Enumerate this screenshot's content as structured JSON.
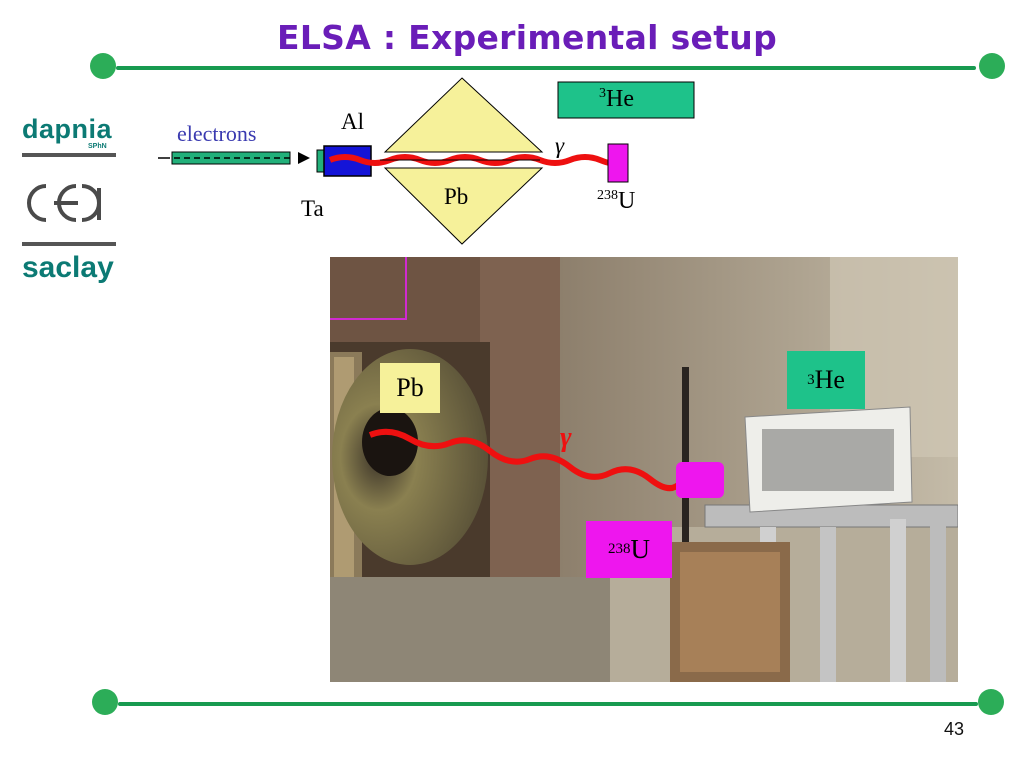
{
  "slide": {
    "title": "ELSA : Experimental setup",
    "page_number": "43"
  },
  "logos": {
    "dapnia": "dapnia",
    "sphn": "SPhN",
    "cea": "cea",
    "saclay": "saclay"
  },
  "diagram": {
    "electrons": "electrons",
    "al": "Al",
    "ta": "Ta",
    "pb": "Pb",
    "gamma": "γ",
    "he3_sup": "3",
    "he3": "He",
    "u238_sup": "238",
    "u238": "U"
  },
  "photo": {
    "pb": "Pb",
    "gamma": "γ",
    "he3_sup": "3",
    "he3": "He",
    "u238_sup": "238",
    "u238": "U"
  },
  "colors": {
    "title": "#6a1db8",
    "green": "#2cad58",
    "he3_box": "#1ec28a",
    "pb_yellow": "#f6f19a",
    "al_blue": "#1414d8",
    "beam_red": "#ee1010",
    "u_magenta": "#ee16ee",
    "electron_label": "#3a3ab0",
    "logo_dapnia": "#0c7a74",
    "logo_grey": "#4a4a4a"
  }
}
